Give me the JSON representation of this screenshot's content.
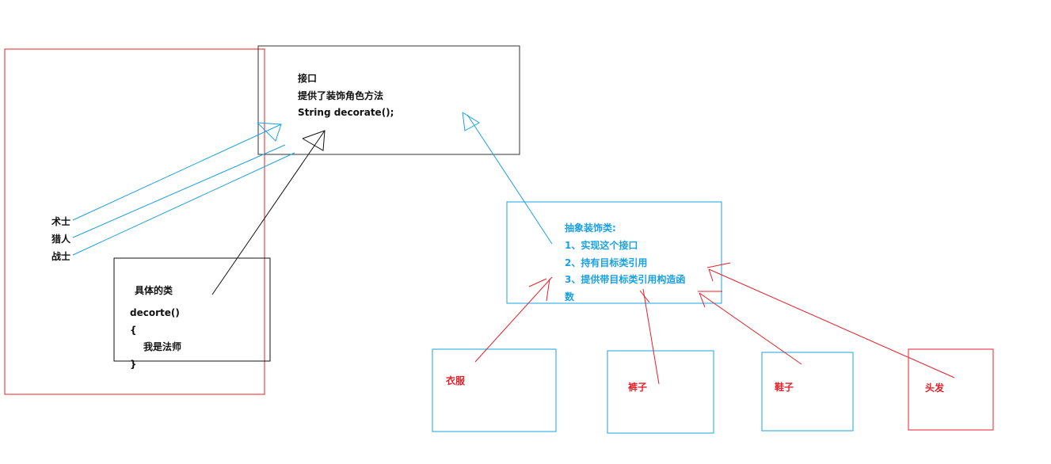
{
  "interface_box": {
    "title": "接口",
    "desc": "提供了装饰角色方法",
    "method": "String decorate();"
  },
  "roles": [
    "术士",
    "猎人",
    "战士"
  ],
  "concrete_box": {
    "title": "具体的类",
    "method": "decorte()",
    "open_brace": "{",
    "body": "我是法师",
    "close_brace": "}"
  },
  "abstract_decorator": {
    "title": "抽象装饰类:",
    "items": [
      "1、实现这个接口",
      "2、持有目标类引用",
      "3、提供带目标类引用构造函",
      "数"
    ]
  },
  "decorators": [
    "衣服",
    "裤子",
    "鞋子",
    "头发"
  ],
  "colors": {
    "blue": "#1ba1e2",
    "red": "#e8202a",
    "black": "#111111"
  }
}
